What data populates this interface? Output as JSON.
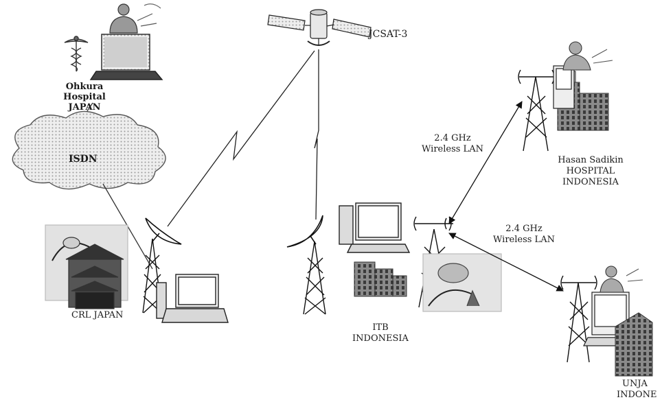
{
  "labels": {
    "satellite": "JCSAT-3",
    "ohkura_line1": "Ohkura",
    "ohkura_line2": "Hospital",
    "ohkura_line3": "JAPAN",
    "isdn": "ISDN",
    "crl": "CRL JAPAN",
    "itb_line1": "ITB",
    "itb_line2": "INDONESIA",
    "link1_freq": "2.4 GHz",
    "link1_type": "Wireless LAN",
    "link2_freq": "2.4 GHz",
    "link2_type": "Wireless LAN",
    "hasan_line1": "Hasan Sadikin",
    "hasan_line2": "HOSPITAL",
    "hasan_line3": "INDONESIA",
    "unjani_line1": "UNJA",
    "unjani_line2": "INDONE"
  }
}
